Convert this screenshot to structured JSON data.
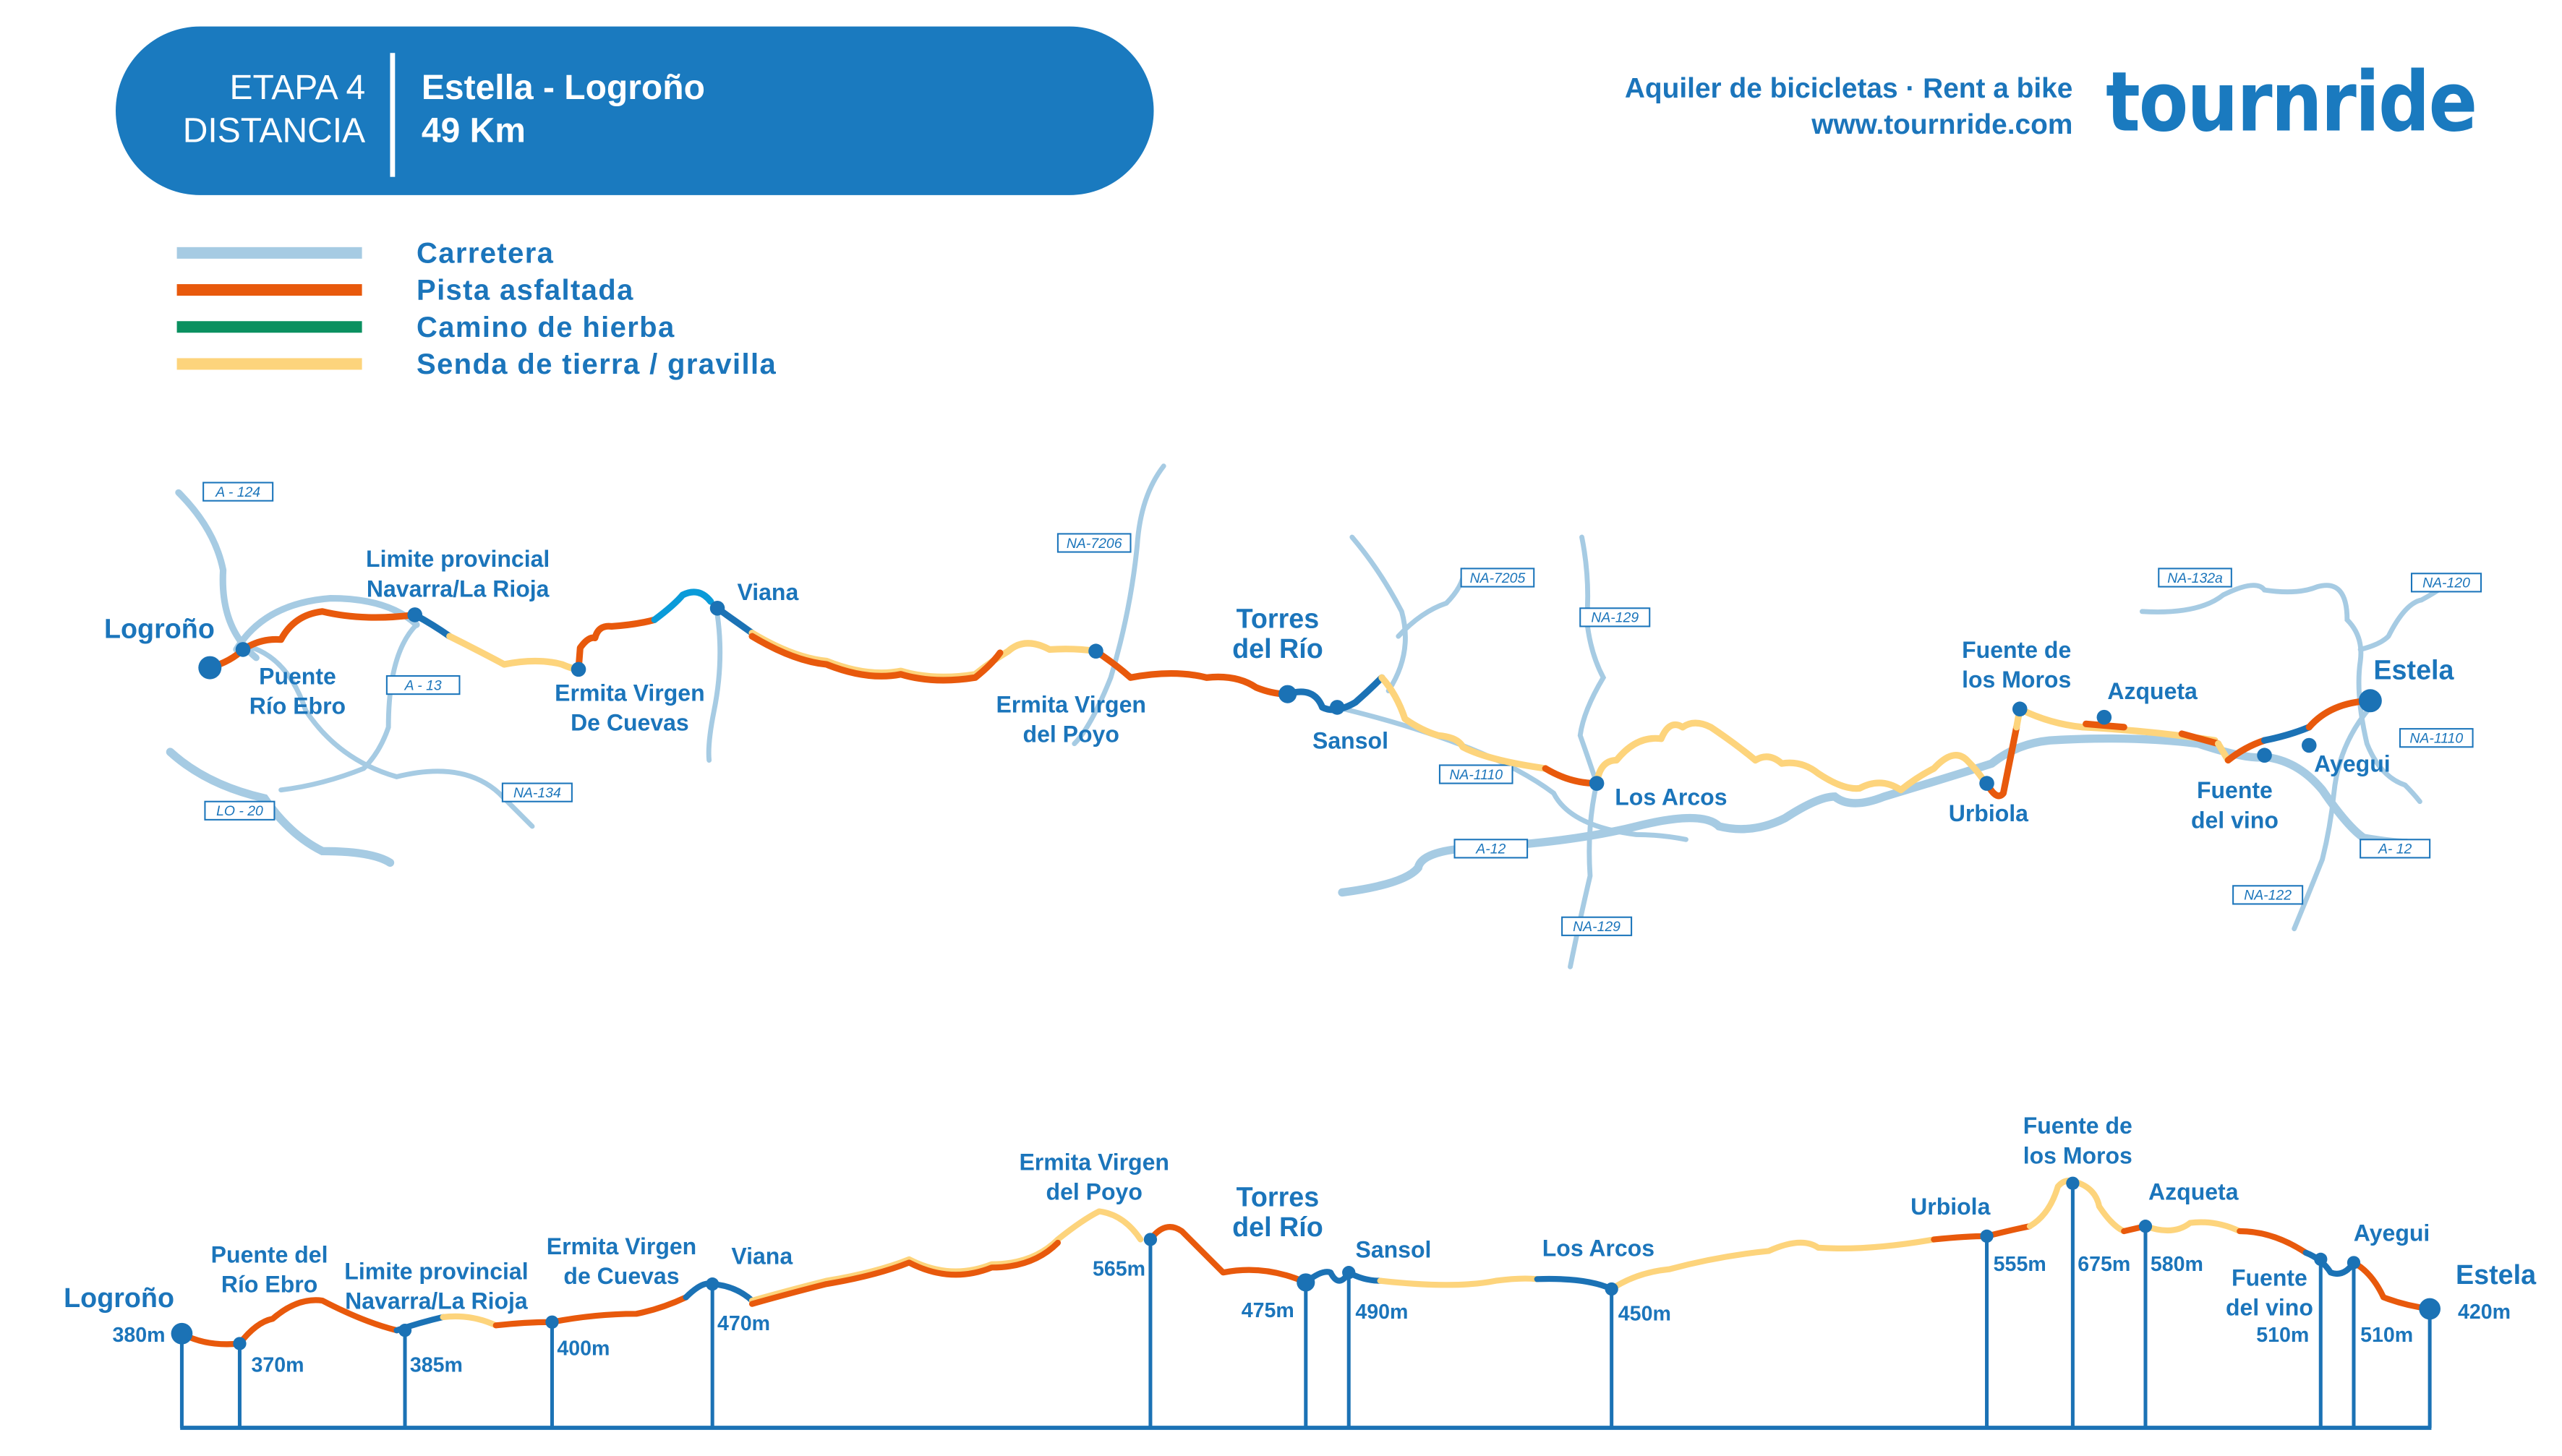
{
  "header": {
    "stage_label": "ETAPA 4",
    "distance_label": "DISTANCIA",
    "route": "Estella - Logroño",
    "distance": "49 Km",
    "tagline": "Aquiler de bicicletas · Rent a bike",
    "website": "www.tournride.com",
    "logo_text": "tournride"
  },
  "colors": {
    "brand": "#1a7abf",
    "carretera": "#a6cbe3",
    "pista_asfaltada": "#e8590c",
    "camino_hierba": "#0a9060",
    "senda_tierra": "#fdd47c",
    "marker": "#1b72b5"
  },
  "legend": [
    {
      "label": "Carretera",
      "color": "#a6cbe3"
    },
    {
      "label": "Pista asfaltada",
      "color": "#e8590c"
    },
    {
      "label": "Camino de hierba",
      "color": "#0a9060"
    },
    {
      "label": "Senda de tierra / gravilla",
      "color": "#fdd47c"
    }
  ],
  "map": {
    "roads": [
      "A - 124",
      "A - 13",
      "NA-134",
      "LO - 20",
      "NA-7206",
      "NA-7205",
      "NA-129",
      "NA-1110",
      "A-12",
      "NA-129",
      "NA-132a",
      "NA-120",
      "NA-1110",
      "A- 12",
      "NA-122"
    ],
    "places": [
      [
        "Logroño"
      ],
      [
        "Puente",
        "Río Ebro"
      ],
      [
        "Limite provincial",
        "Navarra/La Rioja"
      ],
      [
        "Ermita Virgen",
        "De Cuevas"
      ],
      [
        "Viana"
      ],
      [
        "Ermita Virgen",
        "del Poyo"
      ],
      [
        "Torres",
        "del Río"
      ],
      [
        "Sansol"
      ],
      [
        "Los Arcos"
      ],
      [
        "Urbiola"
      ],
      [
        "Fuente de",
        "los Moros"
      ],
      [
        "Azqueta"
      ],
      [
        "Fuente",
        "del vino"
      ],
      [
        "Ayegui"
      ],
      [
        "Estela"
      ]
    ]
  },
  "profile": {
    "stations": [
      {
        "name": [
          "Logroño"
        ],
        "elevation": "380m"
      },
      {
        "name": [
          "Puente del",
          "Río Ebro"
        ],
        "elevation": "370m"
      },
      {
        "name": [
          "Limite provincial",
          "Navarra/La Rioja"
        ],
        "elevation": "385m"
      },
      {
        "name": [
          "Ermita Virgen",
          "de Cuevas"
        ],
        "elevation": "400m"
      },
      {
        "name": [
          "Viana"
        ],
        "elevation": "470m"
      },
      {
        "name": [
          "Ermita Virgen",
          "del Poyo"
        ],
        "elevation": "565m"
      },
      {
        "name": [
          "Torres",
          "del Río"
        ],
        "elevation": "475m"
      },
      {
        "name": [
          "Sansol"
        ],
        "elevation": "490m"
      },
      {
        "name": [
          "Los Arcos"
        ],
        "elevation": "450m"
      },
      {
        "name": [
          "Urbiola"
        ],
        "elevation": "555m"
      },
      {
        "name": [
          "Fuente de",
          "los Moros"
        ],
        "elevation": "675m"
      },
      {
        "name": [
          "Azqueta"
        ],
        "elevation": "580m"
      },
      {
        "name": [
          "Fuente",
          "del vino"
        ],
        "elevation": "510m"
      },
      {
        "name": [
          "Ayegui"
        ],
        "elevation": "510m"
      },
      {
        "name": [
          "Estela"
        ],
        "elevation": "420m"
      }
    ]
  }
}
